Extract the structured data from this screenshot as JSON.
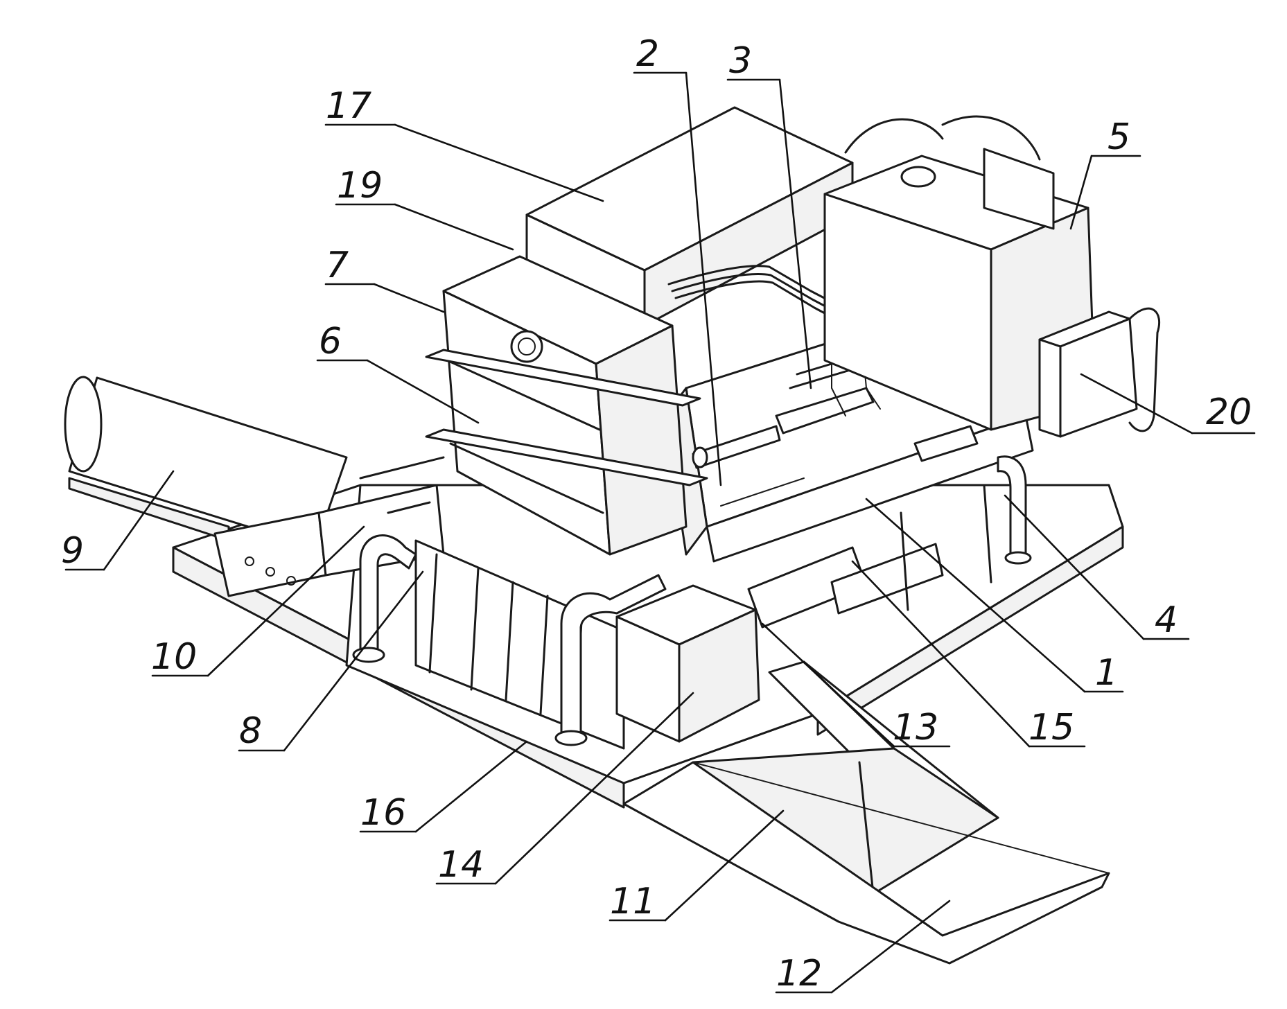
{
  "callouts": [
    {
      "id": "c1",
      "label": "1"
    },
    {
      "id": "c2",
      "label": "2"
    },
    {
      "id": "c3",
      "label": "3"
    },
    {
      "id": "c4",
      "label": "4"
    },
    {
      "id": "c5",
      "label": "5"
    },
    {
      "id": "c6",
      "label": "6"
    },
    {
      "id": "c7",
      "label": "7"
    },
    {
      "id": "c8",
      "label": "8"
    },
    {
      "id": "c9",
      "label": "9"
    },
    {
      "id": "c10",
      "label": "10"
    },
    {
      "id": "c11",
      "label": "11"
    },
    {
      "id": "c12",
      "label": "12"
    },
    {
      "id": "c13",
      "label": "13"
    },
    {
      "id": "c14",
      "label": "14"
    },
    {
      "id": "c15",
      "label": "15"
    },
    {
      "id": "c16",
      "label": "16"
    },
    {
      "id": "c17",
      "label": "17"
    },
    {
      "id": "c19",
      "label": "19"
    },
    {
      "id": "c20",
      "label": "20"
    }
  ]
}
